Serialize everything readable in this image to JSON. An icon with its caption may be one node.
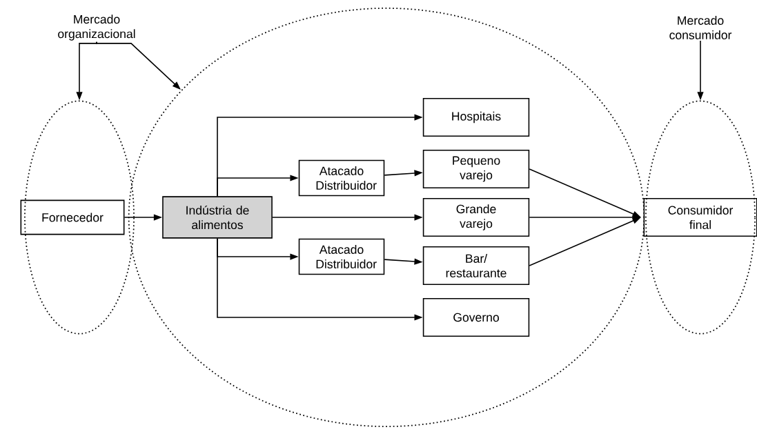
{
  "diagram": {
    "nodes": [
      {
        "text": [
          "Mercado organizacional"
        ]
      },
      {
        "text": [
          "Mercado consumidor"
        ]
      },
      {
        "text": [],
        "shape": "ellipse"
      },
      {
        "text": [],
        "shape": "ellipse"
      },
      {
        "text": [],
        "shape": "ellipse"
      },
      {
        "text": [
          "Fornecedor"
        ],
        "in": 2
      },
      {
        "text": [
          "Indústria de alimentos"
        ],
        "in": 3
      },
      {
        "text": [
          "Hospitais"
        ],
        "in": 3
      },
      {
        "text": [
          "Atacado Distribuidor"
        ],
        "in": 3
      },
      {
        "text": [
          "Pequeno varejo"
        ],
        "in": 3
      },
      {
        "text": [
          "Grande varejo"
        ],
        "in": 3
      },
      {
        "text": [
          "Atacado Distribuidor"
        ],
        "in": 3
      },
      {
        "text": [
          "Bar/ restaurante"
        ],
        "in": 3
      },
      {
        "text": [
          "Governo"
        ],
        "in": 3
      },
      {
        "text": [
          "Consumidor final"
        ],
        "in": 4
      }
    ],
    "edges": [
      {
        "from": 0,
        "to": 2,
        "arrow": "to"
      },
      {
        "from": 0,
        "to": 3,
        "arrow": "to"
      },
      {
        "from": 1,
        "to": 4,
        "arrow": "to"
      },
      {
        "from": 5,
        "to": 6,
        "arrow": "to"
      },
      {
        "from": 6,
        "to": 7,
        "arrow": "to"
      },
      {
        "from": 6,
        "to": 8,
        "arrow": "to"
      },
      {
        "from": 6,
        "to": 10,
        "arrow": "to"
      },
      {
        "from": 6,
        "to": 11,
        "arrow": "to"
      },
      {
        "from": 6,
        "to": 13,
        "arrow": "to"
      },
      {
        "from": 8,
        "to": 9,
        "arrow": "to"
      },
      {
        "from": 11,
        "to": 12,
        "arrow": "to"
      },
      {
        "from": 9,
        "to": 14,
        "arrow": "to"
      },
      {
        "from": 10,
        "to": 14,
        "arrow": "to"
      },
      {
        "from": 12,
        "to": 14,
        "arrow": "to"
      }
    ]
  }
}
